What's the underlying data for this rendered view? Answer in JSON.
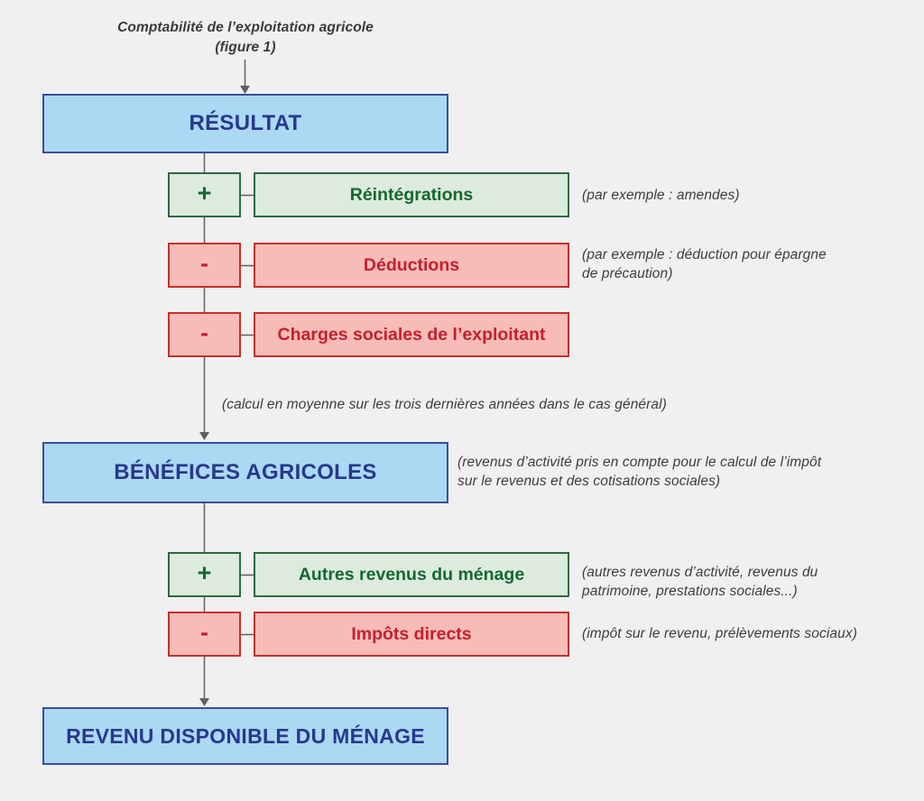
{
  "palette": {
    "background": "#f0f0f1",
    "blue_fill": "#abd9f4",
    "blue_border": "#3a4c9f",
    "blue_text": "#28388c",
    "green_fill": "#dcebdd",
    "green_border": "#2d6a3f",
    "green_text": "#17672f",
    "red_fill": "#f7bcb7",
    "red_border": "#c5302b",
    "red_text": "#c51f30",
    "connector_line": "#5f5f5f",
    "note_text": "#3d3d3d"
  },
  "header": {
    "line1": "Comptabilité de l’exploitation agricole",
    "line2": "(figure 1)"
  },
  "nodes": {
    "resultat": "RÉSULTAT",
    "benefices": "BÉNÉFICES AGRICOLES",
    "revenu_disponible": "REVENU DISPONIBLE DU MÉNAGE"
  },
  "group1": [
    {
      "sign": "+",
      "type": "add",
      "label": "Réintégrations",
      "note": "(par exemple : amendes)"
    },
    {
      "sign": "-",
      "type": "subtract",
      "label": "Déductions",
      "note": "(par exemple : déduction pour épargne\nde précaution)"
    },
    {
      "sign": "-",
      "type": "subtract",
      "label": "Charges sociales de l’exploitant",
      "note": ""
    }
  ],
  "interim_note": "(calcul en moyenne sur les trois dernières années dans le cas général)",
  "benefices_note": "(revenus d’activité pris en compte pour le calcul de l’impôt\nsur le revenus et des cotisations sociales)",
  "group2": [
    {
      "sign": "+",
      "type": "add",
      "label": "Autres revenus du ménage",
      "note": "(autres revenus d’activité, revenus du\npatrimoine, prestations sociales...)"
    },
    {
      "sign": "-",
      "type": "subtract",
      "label": "Impôts directs",
      "note": "(impôt sur le revenu, prélèvements sociaux)"
    }
  ]
}
